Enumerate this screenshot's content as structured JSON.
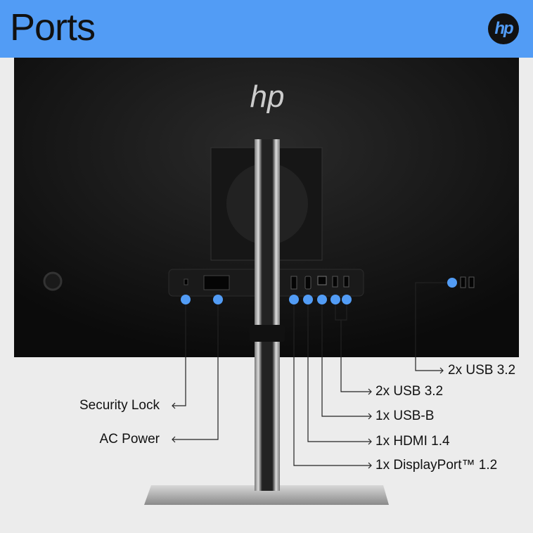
{
  "header": {
    "title": "Ports",
    "logo": "hp"
  },
  "monitor_logo": "hp",
  "callouts": {
    "security_lock": "Security Lock",
    "ac_power": "AC Power",
    "displayport": "1x DisplayPort™ 1.2",
    "hdmi": "1x HDMI 1.4",
    "usb_b": "1x USB-B",
    "usb_rear": "2x USB 3.2",
    "usb_side": "2x USB 3.2"
  },
  "colors": {
    "accent": "#529cf5",
    "monitor": "#111111",
    "background": "#ececec"
  }
}
